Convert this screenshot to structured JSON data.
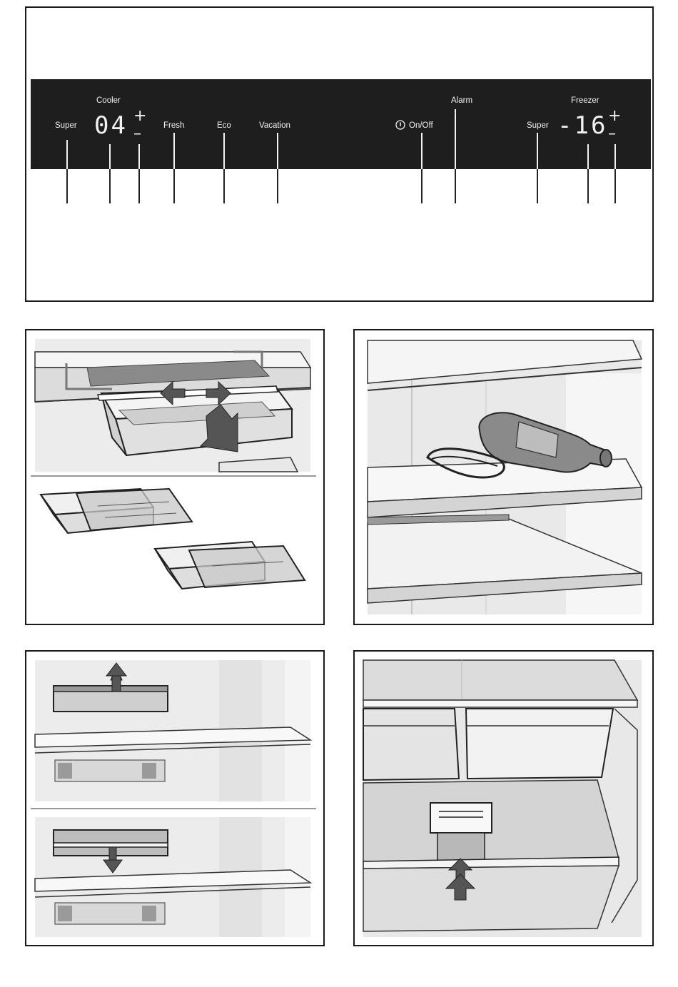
{
  "control_panel": {
    "cooler_title": "Cooler",
    "freezer_title": "Freezer",
    "cooler_temp": "04",
    "freezer_temp": "-16",
    "plus": "+",
    "minus": "–",
    "buttons": {
      "super_cooler": "Super",
      "fresh": "Fresh",
      "eco": "Eco",
      "vacation": "Vacation",
      "on_off": "On/Off",
      "alarm": "Alarm",
      "super_freezer": "Super"
    },
    "icons": {
      "power": "power-icon"
    }
  },
  "colors": {
    "panel_bg": "#1e1e1e",
    "panel_text": "#f2f2f2",
    "frame": "#1a1a1a",
    "shade_light": "#ececec",
    "shade_mid": "#cfcfcf",
    "arrow": "#555555"
  }
}
